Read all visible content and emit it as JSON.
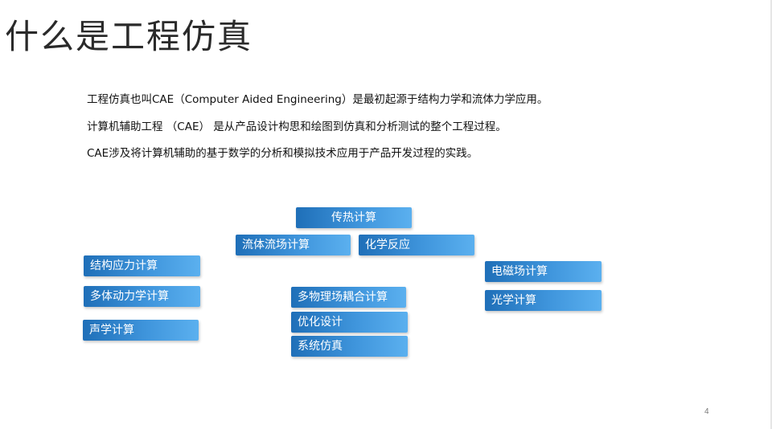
{
  "slide": {
    "title": "什么是工程仿真",
    "page_number": "4"
  },
  "paragraphs": [
    "工程仿真也叫CAE（Computer Aided Engineering）是最初起源于结构力学和流体力学应用。",
    "计算机辅助工程 （CAE） 是从产品设计构思和绘图到仿真和分析测试的整个工程过程。",
    "CAE涉及将计算机辅助的基于数学的分析和模拟技术应用于产品开发过程的实践。"
  ],
  "boxes": {
    "chuanre": "传热计算",
    "liuti": "流体流场计算",
    "huaxue": "化学反应",
    "jiegou": "结构应力计算",
    "duoti": "多体动力学计算",
    "shengxue": "声学计算",
    "duowuli": "多物理场耦合计算",
    "youhua": "优化设计",
    "xitong": "系统仿真",
    "dianci": "电磁场计算",
    "guangxue": "光学计算"
  },
  "colors": {
    "box_gradient_start": "#1f6fb8",
    "box_gradient_end": "#5bb0ef",
    "title_text": "#2a2a2a"
  }
}
